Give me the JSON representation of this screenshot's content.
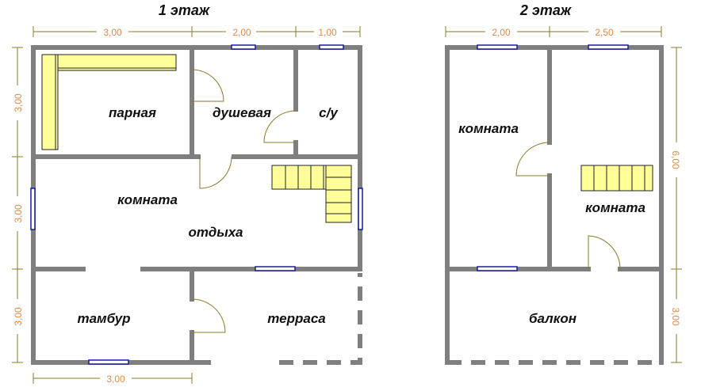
{
  "floor1": {
    "title": "1 этаж",
    "dims_top": [
      "3,00",
      "2,00",
      "1,00"
    ],
    "dims_left": [
      "3,00",
      "3,00",
      "3,00"
    ],
    "dim_bottom": "3,00",
    "rooms": {
      "steam": "парная",
      "shower": "душевая",
      "wc": "с/у",
      "lounge_1": "комната",
      "lounge_2": "отдыха",
      "vestibule": "тамбур",
      "terrace": "терраса"
    }
  },
  "floor2": {
    "title": "2 этаж",
    "dims_top": [
      "2,00",
      "2,50"
    ],
    "dims_right": [
      "6,00",
      "3,00"
    ],
    "rooms": {
      "room_left": "комната",
      "room_right": "комната",
      "balcony": "балкон"
    }
  },
  "colors": {
    "wall": "#7f7f7f",
    "dimension": "#e08a4a",
    "window": "#1a1aa0",
    "bench": "#ffff99"
  }
}
